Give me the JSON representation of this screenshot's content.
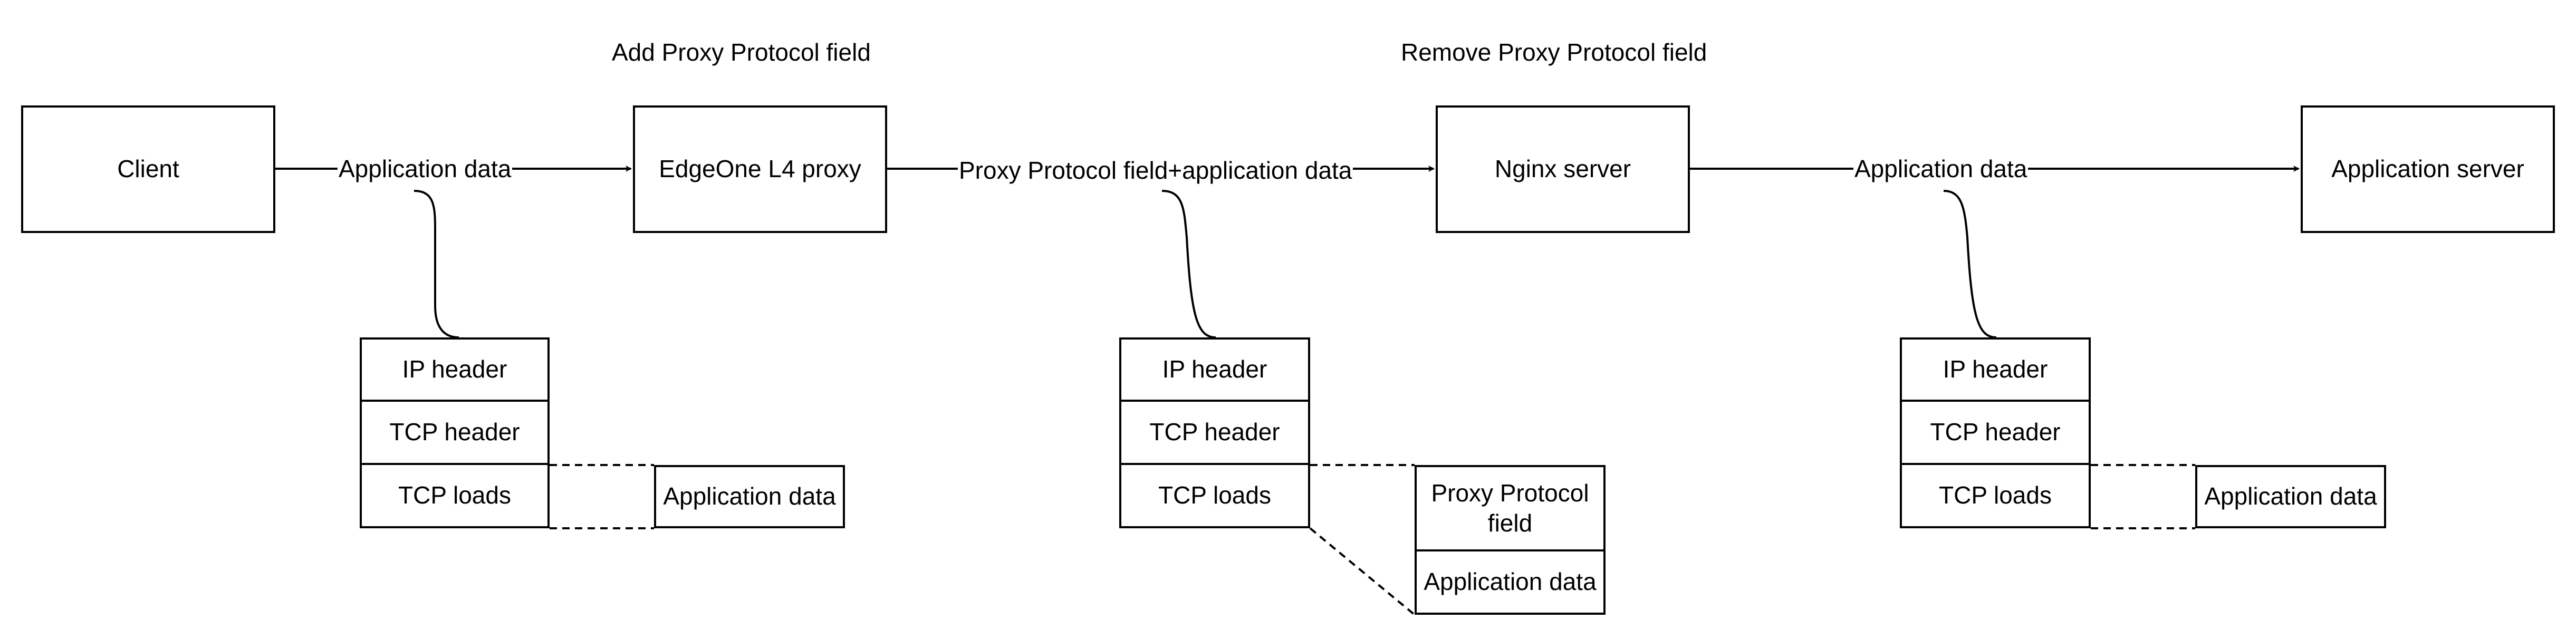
{
  "titles": {
    "add_proxy": "Add Proxy Protocol field",
    "remove_proxy": "Remove Proxy Protocol field"
  },
  "nodes": {
    "client": "Client",
    "edgeone": "EdgeOne L4 proxy",
    "nginx": "Nginx server",
    "app_server": "Application server"
  },
  "edges": {
    "client_to_edgeone": "Application data",
    "edgeone_to_nginx": "Proxy Protocol field+application data",
    "nginx_to_app": "Application data"
  },
  "packet1": {
    "rows": [
      "IP header",
      "TCP header",
      "TCP loads"
    ],
    "payload": [
      "Application data"
    ]
  },
  "packet2": {
    "rows": [
      "IP header",
      "TCP header",
      "TCP loads"
    ],
    "payload": [
      "Proxy Protocol field",
      "Application data"
    ]
  },
  "packet3": {
    "rows": [
      "IP header",
      "TCP header",
      "TCP loads"
    ],
    "payload": [
      "Application data"
    ]
  }
}
